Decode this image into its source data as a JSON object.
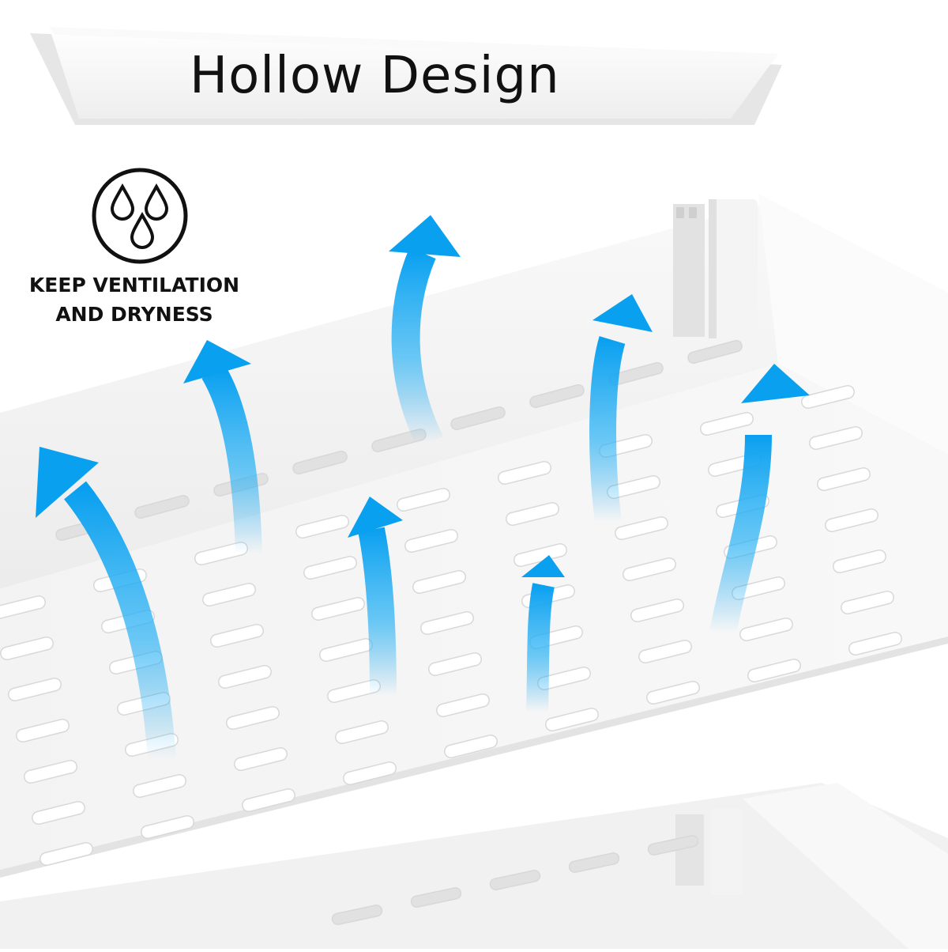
{
  "banner": {
    "title": "Hollow Design"
  },
  "feature_badge": {
    "icon": "water-drops-icon",
    "line1": "KEEP VENTILATION",
    "line2": "AND DRYNESS"
  },
  "colors": {
    "arrow": "#0aa0f0",
    "shelf": "#f2f2f2",
    "slot": "#ffffff",
    "text": "#111111"
  }
}
